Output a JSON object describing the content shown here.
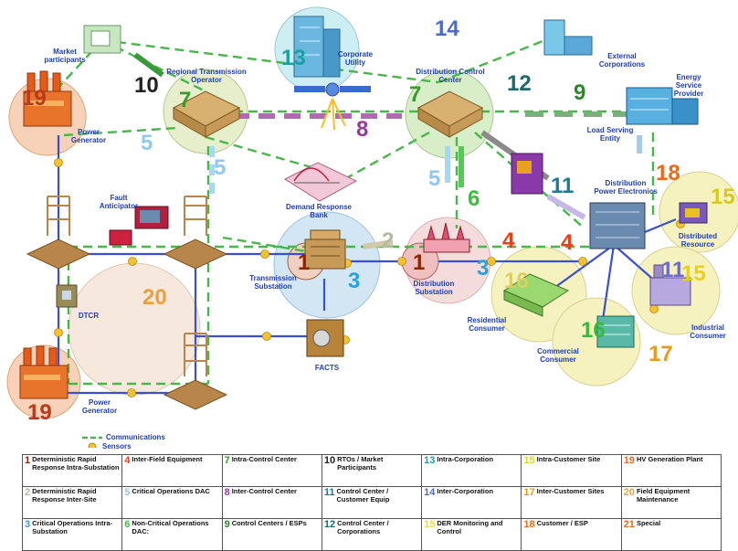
{
  "labels": {
    "market_participants": "Market participants",
    "regional_transmission_operator": "Regional Transmission Operator",
    "corporate_utility": "Corporate Utility",
    "distribution_control_center": "Distribution Control Center",
    "external_corporations": "External Corporations",
    "energy_service_provider": "Energy Service Provider",
    "load_serving_entity": "Load Serving Entity",
    "power_generator_top": "Power Generator",
    "power_generator_bottom": "Power Generator",
    "fault_anticipator": "Fault Anticipator",
    "demand_response_bank": "Demand Response Bank",
    "distribution_power_electronics": "Distribution Power Electronics",
    "distributed_resource": "Distributed Resource",
    "transmission_substation": "Transmission Substation",
    "distribution_substation": "Distribution Substation",
    "dtcr": "DTCR",
    "facts": "FACTS",
    "residential_consumer": "Residential Consumer",
    "commercial_consumer": "Commercial Consumer",
    "industrial_consumer": "Industrial Consumer"
  },
  "link_numbers": {
    "n14": "14",
    "n13": "13",
    "n10": "10",
    "n19_top": "19",
    "n12": "12",
    "n9": "9",
    "n7_rto": "7",
    "n7_dcc": "7",
    "n8": "8",
    "n5a": "5",
    "n5b": "5",
    "n5c": "5",
    "n18": "18",
    "n6": "6",
    "n11": "11",
    "n15_dr": "15",
    "n1_ts": "1",
    "n3_ts": "3",
    "n2": "2",
    "n1_ds": "1",
    "n3_ds": "3",
    "n4a": "4",
    "n4b": "4",
    "n20": "20",
    "n16_res": "16",
    "n16_com": "16",
    "n17": "17",
    "n11_ind": "11",
    "n15_ind": "15",
    "n19_bottom": "19"
  },
  "key": {
    "communications": "Communications",
    "sensors": "Sensors"
  },
  "legend": [
    [
      {
        "num": "1",
        "color": "#8b2500",
        "text": "Deterministic Rapid Response Intra-Substation"
      },
      {
        "num": "4",
        "color": "#e8401a",
        "text": "Inter-Field Equipment"
      },
      {
        "num": "7",
        "color": "#3a9a2a",
        "text": "Intra-Control Center"
      },
      {
        "num": "10",
        "color": "#222222",
        "text": "RTOs / Market Participants"
      },
      {
        "num": "13",
        "color": "#1aa0a0",
        "text": "Intra-Corporation"
      },
      {
        "num": "15",
        "color": "#d8d820",
        "text": "Intra-Customer Site"
      },
      {
        "num": "19",
        "color": "#e86a1a",
        "text": "HV Generation Plant"
      }
    ],
    [
      {
        "num": "2",
        "color": "#b8b8a0",
        "text": "Deterministic Rapid Response Inter-Site"
      },
      {
        "num": "5",
        "color": "#8fc8f0",
        "text": "Critical Operations DAC"
      },
      {
        "num": "8",
        "color": "#9a3a9a",
        "text": "Inter-Control Center"
      },
      {
        "num": "11",
        "color": "#1a7a9a",
        "text": "Control Center / Customer Equip"
      },
      {
        "num": "14",
        "color": "#4a6ad0",
        "text": "Inter-Corporation"
      },
      {
        "num": "17",
        "color": "#e89a1a",
        "text": "Inter-Customer Sites"
      },
      {
        "num": "20",
        "color": "#e8a040",
        "text": "Field Equipment Maintenance"
      }
    ],
    [
      {
        "num": "3",
        "color": "#2aa0e0",
        "text": "Critical Operations Intra-Substation"
      },
      {
        "num": "6",
        "color": "#3ac03a",
        "text": "Non-Critical Operations DAC:"
      },
      {
        "num": "9",
        "color": "#2a8a2a",
        "text": "Control Centers / ESPs"
      },
      {
        "num": "12",
        "color": "#1a6a6a",
        "text": "Control Center / Corporations"
      },
      {
        "num": "15",
        "color": "#e8e040",
        "text": "DER Monitoring and Control"
      },
      {
        "num": "18",
        "color": "#e86a1a",
        "text": "Customer / ESP"
      },
      {
        "num": "21",
        "color": "#e86a1a",
        "text": "Special"
      }
    ]
  ],
  "colors": {
    "power_line": "#3a50d0",
    "comm_line": "#46b84a",
    "sensor": "#f2c230",
    "label_blue": "#1f3fb0"
  }
}
